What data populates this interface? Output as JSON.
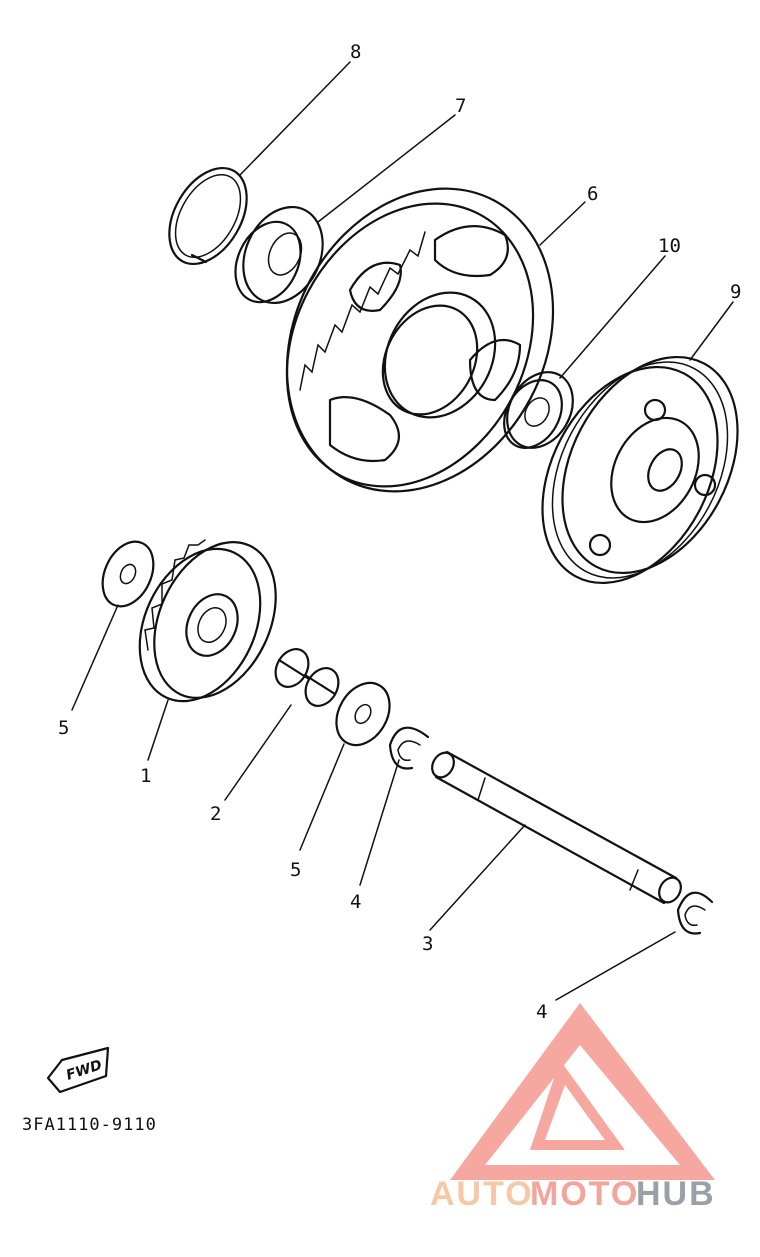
{
  "diagram": {
    "part_code": "3FA1110-9110",
    "fwd_label": "FWD",
    "callouts": [
      "8",
      "7",
      "6",
      "10",
      "9",
      "5",
      "1",
      "2",
      "5",
      "4",
      "3",
      "4"
    ]
  },
  "watermark": {
    "text_a": "AUTO",
    "text_b": "MOTO",
    "text_c": "HUB",
    "colors": {
      "auto": "#f6c9a6",
      "moto": "#f4a59b",
      "hub": "#9aa0a8",
      "logo": "#f59a90"
    }
  }
}
